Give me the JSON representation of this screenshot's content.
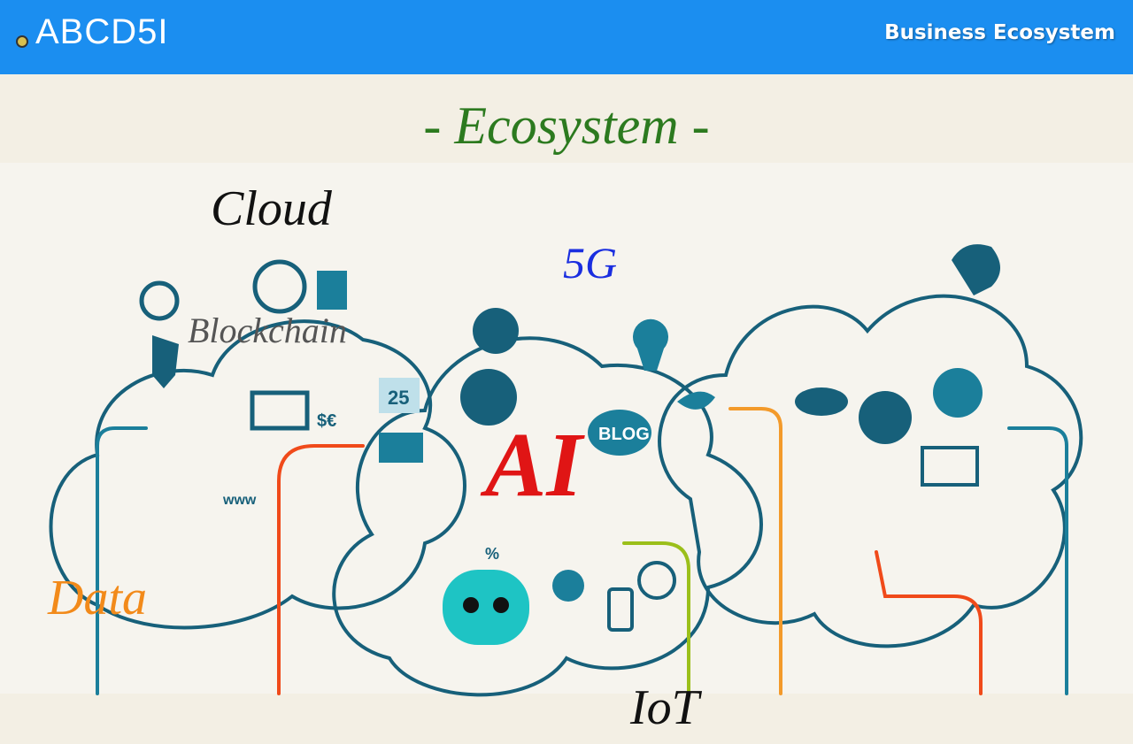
{
  "header": {
    "brand": "ABCD5I",
    "section_title": "Business Ecosystem",
    "bar_color": "#1b8ef0"
  },
  "main": {
    "title": "- Ecosystem -",
    "labels": {
      "cloud": "Cloud",
      "blockchain": "Blockchain",
      "g5": "5G",
      "ai": "AI",
      "data": "Data",
      "iot": "IoT"
    },
    "icons": {
      "robot_text": "",
      "blog": "BLOG",
      "calendar_day": "25",
      "www": "www",
      "currency": "$€",
      "percent": "%"
    },
    "colors": {
      "cloud_outline": "#17607a",
      "icon_teal": "#1b7f9b",
      "arrow_red": "#f04a1a",
      "arrow_orange": "#f39a2a",
      "arrow_green": "#9bbf1a"
    }
  }
}
